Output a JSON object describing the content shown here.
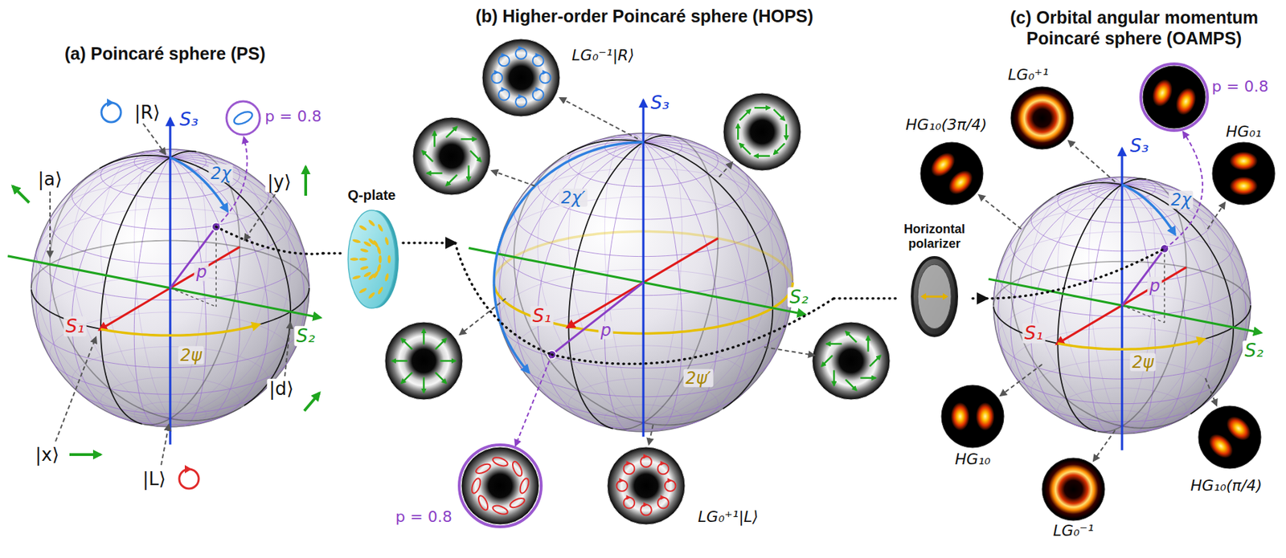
{
  "diagram": {
    "nodes": [
      {
        "text": [
          "(a) Poincaré sphere (PS)"
        ]
      },
      {
        "text": [
          "Q-plate"
        ]
      },
      {
        "text": [
          "(b) Higher-order Poincaré sphere (HOPS)"
        ]
      },
      {
        "text": [
          "Horizontal polarizer"
        ]
      },
      {
        "text": [
          "(c) Orbital angular momentum Poincaré sphere (OAMPS)"
        ]
      }
    ],
    "edges": [
      {
        "from": 0,
        "to": 1,
        "arrow": "none"
      },
      {
        "from": 1,
        "to": 2,
        "arrow": "to"
      },
      {
        "from": 2,
        "to": 3,
        "arrow": "none"
      },
      {
        "from": 3,
        "to": 4,
        "arrow": "to"
      }
    ],
    "labels": [
      "|R⟩",
      "S₃",
      "p = 0.8",
      "2χ",
      "|y⟩",
      "|a⟩",
      "p",
      "S₁",
      "S₂",
      "2ψ",
      "|d⟩",
      "|x⟩",
      "|L⟩",
      "LG₀⁻¹|R⟩",
      "S₃",
      "2χ′",
      "S₁",
      "p",
      "2ψ′",
      "S₂",
      "p = 0.8",
      "LG₀⁺¹|L⟩",
      "LG₀⁺¹",
      "S₃",
      "p = 0.8",
      "HG₀₁",
      "HG₁₀(3π/4)",
      "2χ",
      "p",
      "S₁",
      "S₂",
      "2ψ",
      "HG₁₀",
      "LG₀⁻¹",
      "HG₁₀(π/4)"
    ]
  }
}
